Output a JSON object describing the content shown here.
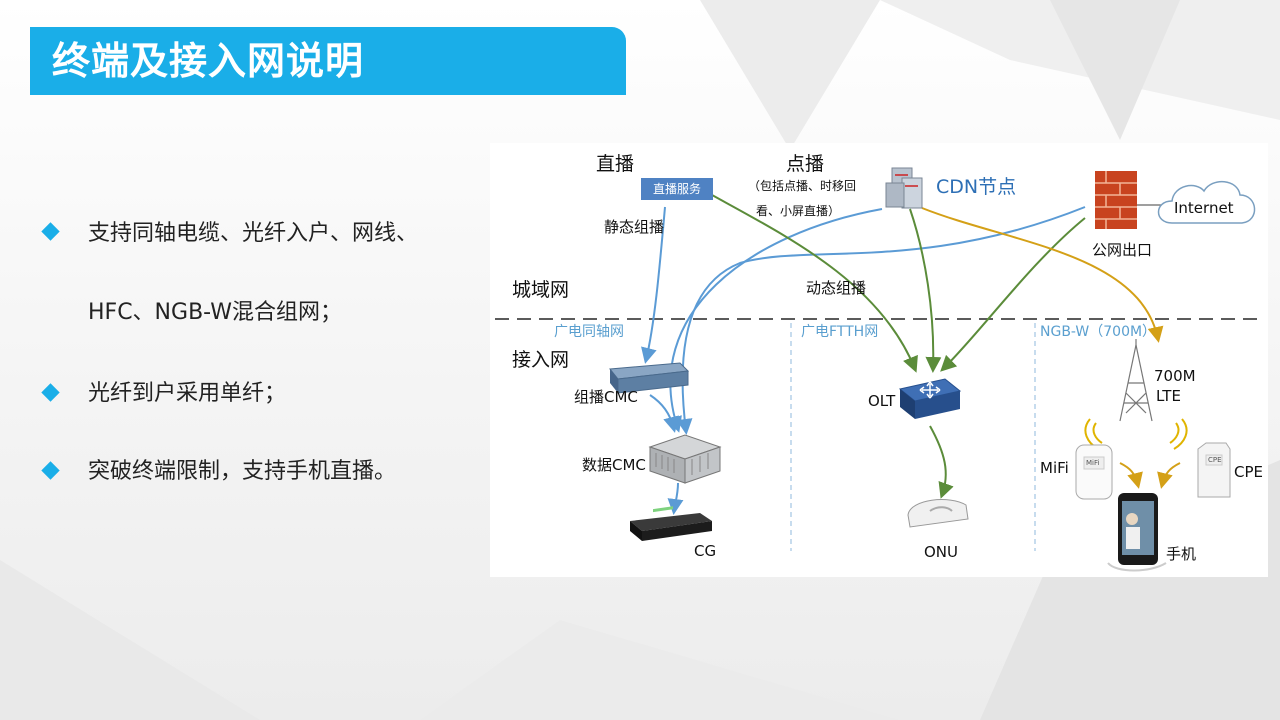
{
  "title": "终端及接入网说明",
  "bullets": [
    {
      "lines": [
        "支持同轴电缆、光纤入户、网线、",
        "HFC、NGB-W混合组网；"
      ]
    },
    {
      "lines": [
        "光纤到户采用单纤；"
      ]
    },
    {
      "lines": [
        "突破终端限制，支持手机直播。"
      ]
    }
  ],
  "diagram": {
    "live": "直播",
    "live_service": "直播服务",
    "vod": "点播",
    "vod_note_1": "（包括点播、时移回",
    "vod_note_2": "看、小屏直播）",
    "cdn": "CDN节点",
    "internet": "Internet",
    "public_exit": "公网出口",
    "static_multicast": "静态组播",
    "dynamic_multicast": "动态组播",
    "metro": "城域网",
    "access": "接入网",
    "sect_coax": "广电同轴网",
    "sect_ftth": "广电FTTH网",
    "sect_ngbw": "NGB-W（700M）",
    "multicast_cmc": "组播CMC",
    "data_cmc": "数据CMC",
    "cg": "CG",
    "olt": "OLT",
    "onu": "ONU",
    "tower_1": "700M",
    "tower_2": "LTE",
    "mifi": "MiFi",
    "cpe": "CPE",
    "phone": "手机",
    "mifi_screen": "MiFi",
    "cpe_screen": "CPE"
  },
  "colors": {
    "accent": "#1aaee8",
    "flow_blue": "#5b9bd5",
    "flow_green": "#5b8c3a",
    "flow_gold": "#d4a017"
  }
}
